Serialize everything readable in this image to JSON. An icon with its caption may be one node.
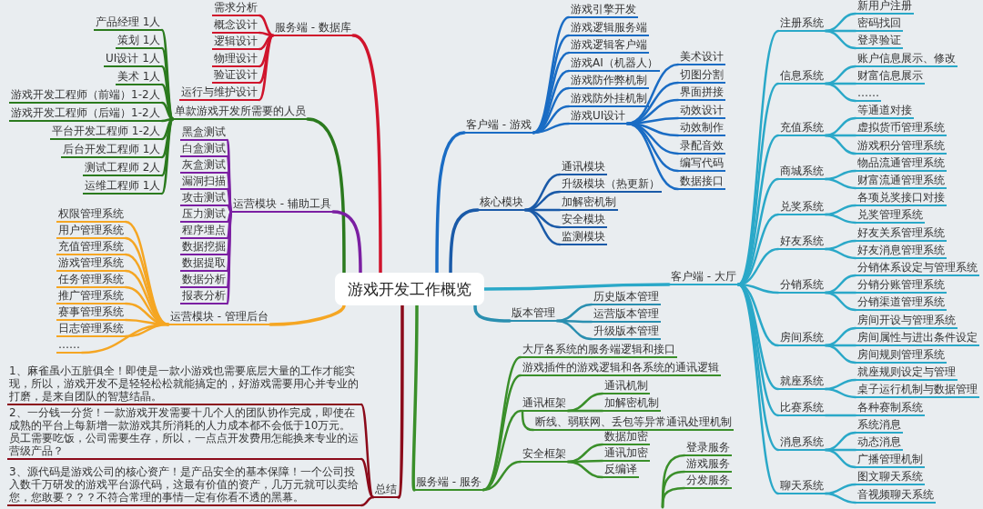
{
  "diagram": {
    "nodes": [
      {
        "text": [
          "游戏开发工作概览"
        ]
      },
      {
        "text": [
          "服务端 - 数据库"
        ]
      },
      {
        "text": [
          "需求分析"
        ]
      },
      {
        "text": [
          "概念设计"
        ]
      },
      {
        "text": [
          "逻辑设计"
        ]
      },
      {
        "text": [
          "物理设计"
        ]
      },
      {
        "text": [
          "验证设计"
        ]
      },
      {
        "text": [
          "运行与维护设计"
        ]
      },
      {
        "text": [
          "单款游戏开发所需要的人员"
        ]
      },
      {
        "text": [
          "产品经理 1人"
        ]
      },
      {
        "text": [
          "策划 1人"
        ]
      },
      {
        "text": [
          "UI设计 1人"
        ]
      },
      {
        "text": [
          "美术 1人"
        ]
      },
      {
        "text": [
          "游戏开发工程师（前端）1-2人"
        ]
      },
      {
        "text": [
          "游戏开发工程师（后端）1-2人"
        ]
      },
      {
        "text": [
          "平台开发工程师 1-2人"
        ]
      },
      {
        "text": [
          "后台开发工程师 1人"
        ]
      },
      {
        "text": [
          "测试工程师 2人"
        ]
      },
      {
        "text": [
          "运维工程师 1人"
        ]
      },
      {
        "text": [
          "运营模块 - 辅助工具"
        ]
      },
      {
        "text": [
          "黑盒测试"
        ]
      },
      {
        "text": [
          "白盒测试"
        ]
      },
      {
        "text": [
          "灰盒测试"
        ]
      },
      {
        "text": [
          "漏洞扫描"
        ]
      },
      {
        "text": [
          "攻击测试"
        ]
      },
      {
        "text": [
          "压力测试"
        ]
      },
      {
        "text": [
          "程序埋点"
        ]
      },
      {
        "text": [
          "数据挖掘"
        ]
      },
      {
        "text": [
          "数据提取"
        ]
      },
      {
        "text": [
          "数据分析"
        ]
      },
      {
        "text": [
          "报表分析"
        ]
      },
      {
        "text": [
          "运营模块 - 管理后台"
        ]
      },
      {
        "text": [
          "权限管理系统"
        ]
      },
      {
        "text": [
          "用户管理系统"
        ]
      },
      {
        "text": [
          "充值管理系统"
        ]
      },
      {
        "text": [
          "游戏管理系统"
        ]
      },
      {
        "text": [
          "任务管理系统"
        ]
      },
      {
        "text": [
          "推广管理系统"
        ]
      },
      {
        "text": [
          "赛事管理系统"
        ]
      },
      {
        "text": [
          "日志管理系统"
        ]
      },
      {
        "text": [
          "……"
        ]
      },
      {
        "text": [
          "总结"
        ]
      },
      {
        "text": [
          "1、麻雀虽小五脏俱全！即使是一款小游戏也需要底层大量的工作才能实现，所以，游戏开发不是轻轻松松就能搞定的，好游戏需要用心并专业的打磨，是来自团队的智慧结晶。"
        ]
      },
      {
        "text": [
          "2、一分钱一分货！一款游戏开发需要十几个人的团队协作完成，即使在成熟的平台上每新增一款游戏其所消耗的人力成本都不会低于10万元。员工需要吃饭，公司需要生存，所以，一点点开发费用怎能换来专业的运营级产品？"
        ]
      },
      {
        "text": [
          "3、源代码是游戏公司的核心资产！是产品安全的基本保障！一个公司投入数千万研发的游戏平台源代码，这最有价值的资产，几万元就可以卖给您，您敢要？？？不符合常理的事情一定有你看不透的黑幕。"
        ]
      },
      {
        "text": [
          "客户端 - 游戏"
        ]
      },
      {
        "text": [
          "游戏引擎开发"
        ]
      },
      {
        "text": [
          "游戏逻辑服务端"
        ]
      },
      {
        "text": [
          "游戏逻辑客户端"
        ]
      },
      {
        "text": [
          "游戏AI（机器人）"
        ]
      },
      {
        "text": [
          "游戏防作弊机制"
        ]
      },
      {
        "text": [
          "游戏防外挂机制"
        ]
      },
      {
        "text": [
          "游戏UI设计"
        ]
      },
      {
        "text": [
          "美术设计"
        ]
      },
      {
        "text": [
          "切图分割"
        ]
      },
      {
        "text": [
          "界面拼接"
        ]
      },
      {
        "text": [
          "动效设计"
        ]
      },
      {
        "text": [
          "动效制作"
        ]
      },
      {
        "text": [
          "录配音效"
        ]
      },
      {
        "text": [
          "编写代码"
        ]
      },
      {
        "text": [
          "数据接口"
        ]
      },
      {
        "text": [
          "核心模块"
        ]
      },
      {
        "text": [
          "通讯模块"
        ]
      },
      {
        "text": [
          "升级模块（热更新）"
        ]
      },
      {
        "text": [
          "加解密机制"
        ]
      },
      {
        "text": [
          "安全模块"
        ]
      },
      {
        "text": [
          "监测模块"
        ]
      },
      {
        "text": [
          "客户端 - 大厅"
        ]
      },
      {
        "text": [
          "注册系统"
        ]
      },
      {
        "text": [
          "新用户注册"
        ]
      },
      {
        "text": [
          "密码找回"
        ]
      },
      {
        "text": [
          "登录验证"
        ]
      },
      {
        "text": [
          "信息系统"
        ]
      },
      {
        "text": [
          "账户信息展示、修改"
        ]
      },
      {
        "text": [
          "财富信息展示"
        ]
      },
      {
        "text": [
          "……"
        ]
      },
      {
        "text": [
          "充值系统"
        ]
      },
      {
        "text": [
          "等通道对接"
        ]
      },
      {
        "text": [
          "虚拟货币管理系统"
        ]
      },
      {
        "text": [
          "游戏积分管理系统"
        ]
      },
      {
        "text": [
          "商城系统"
        ]
      },
      {
        "text": [
          "物品流通管理系统"
        ]
      },
      {
        "text": [
          "财富流通管理系统"
        ]
      },
      {
        "text": [
          "兑奖系统"
        ]
      },
      {
        "text": [
          "各项兑奖接口对接"
        ]
      },
      {
        "text": [
          "兑奖管理系统"
        ]
      },
      {
        "text": [
          "好友系统"
        ]
      },
      {
        "text": [
          "好友关系管理系统"
        ]
      },
      {
        "text": [
          "好友消息管理系统"
        ]
      },
      {
        "text": [
          "分销系统"
        ]
      },
      {
        "text": [
          "分销体系设定与管理系统"
        ]
      },
      {
        "text": [
          "分销分账管理系统"
        ]
      },
      {
        "text": [
          "分销渠道管理系统"
        ]
      },
      {
        "text": [
          "房间系统"
        ]
      },
      {
        "text": [
          "房间开设与管理系统"
        ]
      },
      {
        "text": [
          "房间属性与进出条件设定"
        ]
      },
      {
        "text": [
          "房间规则管理系统"
        ]
      },
      {
        "text": [
          "就座系统"
        ]
      },
      {
        "text": [
          "就座规则设定与管理"
        ]
      },
      {
        "text": [
          "桌子运行机制与数据管理"
        ]
      },
      {
        "text": [
          "比赛系统"
        ]
      },
      {
        "text": [
          "各种赛制系统"
        ]
      },
      {
        "text": [
          "消息系统"
        ]
      },
      {
        "text": [
          "系统消息"
        ]
      },
      {
        "text": [
          "动态消息"
        ]
      },
      {
        "text": [
          "广播管理机制"
        ]
      },
      {
        "text": [
          "聊天系统"
        ]
      },
      {
        "text": [
          "图文聊天系统"
        ]
      },
      {
        "text": [
          "音视频聊天系统"
        ]
      },
      {
        "text": [
          "版本管理"
        ]
      },
      {
        "text": [
          "历史版本管理"
        ]
      },
      {
        "text": [
          "运营版本管理"
        ]
      },
      {
        "text": [
          "升级版本管理"
        ]
      },
      {
        "text": [
          "服务端 - 服务"
        ]
      },
      {
        "text": [
          "大厅各系统的服务端逻辑和接口"
        ]
      },
      {
        "text": [
          "游戏插件的游戏逻辑和各系统的通讯逻辑"
        ]
      },
      {
        "text": [
          "通讯框架"
        ]
      },
      {
        "text": [
          "通讯机制"
        ]
      },
      {
        "text": [
          "加解密机制"
        ]
      },
      {
        "text": [
          "断线、弱联网、丢包等异常通讯处理机制"
        ]
      },
      {
        "text": [
          "安全框架"
        ]
      },
      {
        "text": [
          "数据加密"
        ]
      },
      {
        "text": [
          "通讯加密"
        ]
      },
      {
        "text": [
          "反编译"
        ]
      },
      {
        "text": [
          "登录服务"
        ]
      },
      {
        "text": [
          "游戏服务"
        ]
      },
      {
        "text": [
          "分发服务"
        ]
      }
    ],
    "edges": [
      {
        "from": 0,
        "to": 1,
        "arrow": "none",
        "color": "#d0142c"
      },
      {
        "from": 1,
        "to": 2,
        "arrow": "none",
        "color": "#d0142c"
      },
      {
        "from": 1,
        "to": 3,
        "arrow": "none",
        "color": "#d0142c"
      },
      {
        "from": 1,
        "to": 4,
        "arrow": "none",
        "color": "#d0142c"
      },
      {
        "from": 1,
        "to": 5,
        "arrow": "none",
        "color": "#d0142c"
      },
      {
        "from": 1,
        "to": 6,
        "arrow": "none",
        "color": "#d0142c"
      },
      {
        "from": 1,
        "to": 7,
        "arrow": "none",
        "color": "#d0142c"
      },
      {
        "from": 0,
        "to": 8,
        "arrow": "none",
        "color": "#2b7a1e"
      },
      {
        "from": 8,
        "to": 9,
        "arrow": "none",
        "color": "#2b7a1e"
      },
      {
        "from": 8,
        "to": 10,
        "arrow": "none",
        "color": "#2b7a1e"
      },
      {
        "from": 8,
        "to": 11,
        "arrow": "none",
        "color": "#2b7a1e"
      },
      {
        "from": 8,
        "to": 12,
        "arrow": "none",
        "color": "#2b7a1e"
      },
      {
        "from": 8,
        "to": 13,
        "arrow": "none",
        "color": "#2b7a1e"
      },
      {
        "from": 8,
        "to": 14,
        "arrow": "none",
        "color": "#2b7a1e"
      },
      {
        "from": 8,
        "to": 15,
        "arrow": "none",
        "color": "#2b7a1e"
      },
      {
        "from": 8,
        "to": 16,
        "arrow": "none",
        "color": "#2b7a1e"
      },
      {
        "from": 8,
        "to": 17,
        "arrow": "none",
        "color": "#2b7a1e"
      },
      {
        "from": 8,
        "to": 18,
        "arrow": "none",
        "color": "#2b7a1e"
      },
      {
        "from": 0,
        "to": 19,
        "arrow": "none",
        "color": "#7b1fa2"
      },
      {
        "from": 19,
        "to": 20,
        "arrow": "none",
        "color": "#7b1fa2"
      },
      {
        "from": 19,
        "to": 21,
        "arrow": "none",
        "color": "#7b1fa2"
      },
      {
        "from": 19,
        "to": 22,
        "arrow": "none",
        "color": "#7b1fa2"
      },
      {
        "from": 19,
        "to": 23,
        "arrow": "none",
        "color": "#7b1fa2"
      },
      {
        "from": 19,
        "to": 24,
        "arrow": "none",
        "color": "#7b1fa2"
      },
      {
        "from": 19,
        "to": 25,
        "arrow": "none",
        "color": "#7b1fa2"
      },
      {
        "from": 19,
        "to": 26,
        "arrow": "none",
        "color": "#7b1fa2"
      },
      {
        "from": 19,
        "to": 27,
        "arrow": "none",
        "color": "#7b1fa2"
      },
      {
        "from": 19,
        "to": 28,
        "arrow": "none",
        "color": "#7b1fa2"
      },
      {
        "from": 19,
        "to": 29,
        "arrow": "none",
        "color": "#7b1fa2"
      },
      {
        "from": 19,
        "to": 30,
        "arrow": "none",
        "color": "#7b1fa2"
      },
      {
        "from": 0,
        "to": 31,
        "arrow": "none",
        "color": "#f5a623"
      },
      {
        "from": 31,
        "to": 32,
        "arrow": "none",
        "color": "#f5a623"
      },
      {
        "from": 31,
        "to": 33,
        "arrow": "none",
        "color": "#f5a623"
      },
      {
        "from": 31,
        "to": 34,
        "arrow": "none",
        "color": "#f5a623"
      },
      {
        "from": 31,
        "to": 35,
        "arrow": "none",
        "color": "#f5a623"
      },
      {
        "from": 31,
        "to": 36,
        "arrow": "none",
        "color": "#f5a623"
      },
      {
        "from": 31,
        "to": 37,
        "arrow": "none",
        "color": "#f5a623"
      },
      {
        "from": 31,
        "to": 38,
        "arrow": "none",
        "color": "#f5a623"
      },
      {
        "from": 31,
        "to": 39,
        "arrow": "none",
        "color": "#f5a623"
      },
      {
        "from": 31,
        "to": 40,
        "arrow": "none",
        "color": "#f5a623"
      },
      {
        "from": 0,
        "to": 41,
        "arrow": "none",
        "color": "#8b0a1a"
      },
      {
        "from": 41,
        "to": 42,
        "arrow": "none",
        "color": "#8b0a1a"
      },
      {
        "from": 41,
        "to": 43,
        "arrow": "none",
        "color": "#8b0a1a"
      },
      {
        "from": 41,
        "to": 44,
        "arrow": "none",
        "color": "#8b0a1a"
      },
      {
        "from": 0,
        "to": 45,
        "arrow": "none",
        "color": "#1a6cc4"
      },
      {
        "from": 45,
        "to": 46,
        "arrow": "none",
        "color": "#1a6cc4"
      },
      {
        "from": 45,
        "to": 47,
        "arrow": "none",
        "color": "#1a6cc4"
      },
      {
        "from": 45,
        "to": 48,
        "arrow": "none",
        "color": "#1a6cc4"
      },
      {
        "from": 45,
        "to": 49,
        "arrow": "none",
        "color": "#1a6cc4"
      },
      {
        "from": 45,
        "to": 50,
        "arrow": "none",
        "color": "#1a6cc4"
      },
      {
        "from": 45,
        "to": 51,
        "arrow": "none",
        "color": "#1a6cc4"
      },
      {
        "from": 45,
        "to": 52,
        "arrow": "none",
        "color": "#1a6cc4"
      },
      {
        "from": 52,
        "to": 53,
        "arrow": "none",
        "color": "#1a6cc4"
      },
      {
        "from": 52,
        "to": 54,
        "arrow": "none",
        "color": "#1a6cc4"
      },
      {
        "from": 52,
        "to": 55,
        "arrow": "none",
        "color": "#1a6cc4"
      },
      {
        "from": 52,
        "to": 56,
        "arrow": "none",
        "color": "#1a6cc4"
      },
      {
        "from": 52,
        "to": 57,
        "arrow": "none",
        "color": "#1a6cc4"
      },
      {
        "from": 52,
        "to": 58,
        "arrow": "none",
        "color": "#1a6cc4"
      },
      {
        "from": 52,
        "to": 59,
        "arrow": "none",
        "color": "#1a6cc4"
      },
      {
        "from": 52,
        "to": 60,
        "arrow": "none",
        "color": "#1a6cc4"
      },
      {
        "from": 0,
        "to": 61,
        "arrow": "none",
        "color": "#1a5aa8"
      },
      {
        "from": 61,
        "to": 62,
        "arrow": "none",
        "color": "#1a5aa8"
      },
      {
        "from": 61,
        "to": 63,
        "arrow": "none",
        "color": "#1a5aa8"
      },
      {
        "from": 61,
        "to": 64,
        "arrow": "none",
        "color": "#1a5aa8"
      },
      {
        "from": 61,
        "to": 65,
        "arrow": "none",
        "color": "#1a5aa8"
      },
      {
        "from": 61,
        "to": 66,
        "arrow": "none",
        "color": "#1a5aa8"
      },
      {
        "from": 0,
        "to": 67,
        "arrow": "none",
        "color": "#2aa8c8"
      },
      {
        "from": 67,
        "to": 68,
        "arrow": "none",
        "color": "#2aa8c8"
      },
      {
        "from": 68,
        "to": 69,
        "arrow": "none",
        "color": "#2aa8c8"
      },
      {
        "from": 68,
        "to": 70,
        "arrow": "none",
        "color": "#2aa8c8"
      },
      {
        "from": 68,
        "to": 71,
        "arrow": "none",
        "color": "#2aa8c8"
      },
      {
        "from": 67,
        "to": 72,
        "arrow": "none",
        "color": "#2aa8c8"
      },
      {
        "from": 72,
        "to": 73,
        "arrow": "none",
        "color": "#2aa8c8"
      },
      {
        "from": 72,
        "to": 74,
        "arrow": "none",
        "color": "#2aa8c8"
      },
      {
        "from": 72,
        "to": 75,
        "arrow": "none",
        "color": "#2aa8c8"
      },
      {
        "from": 67,
        "to": 76,
        "arrow": "none",
        "color": "#2aa8c8"
      },
      {
        "from": 76,
        "to": 77,
        "arrow": "none",
        "color": "#2aa8c8"
      },
      {
        "from": 76,
        "to": 78,
        "arrow": "none",
        "color": "#2aa8c8"
      },
      {
        "from": 76,
        "to": 79,
        "arrow": "none",
        "color": "#2aa8c8"
      },
      {
        "from": 67,
        "to": 80,
        "arrow": "none",
        "color": "#2aa8c8"
      },
      {
        "from": 80,
        "to": 81,
        "arrow": "none",
        "color": "#2aa8c8"
      },
      {
        "from": 80,
        "to": 82,
        "arrow": "none",
        "color": "#2aa8c8"
      },
      {
        "from": 67,
        "to": 83,
        "arrow": "none",
        "color": "#2aa8c8"
      },
      {
        "from": 83,
        "to": 84,
        "arrow": "none",
        "color": "#2aa8c8"
      },
      {
        "from": 83,
        "to": 85,
        "arrow": "none",
        "color": "#2aa8c8"
      },
      {
        "from": 67,
        "to": 86,
        "arrow": "none",
        "color": "#2aa8c8"
      },
      {
        "from": 86,
        "to": 87,
        "arrow": "none",
        "color": "#2aa8c8"
      },
      {
        "from": 86,
        "to": 88,
        "arrow": "none",
        "color": "#2aa8c8"
      },
      {
        "from": 67,
        "to": 89,
        "arrow": "none",
        "color": "#2aa8c8"
      },
      {
        "from": 89,
        "to": 90,
        "arrow": "none",
        "color": "#2aa8c8"
      },
      {
        "from": 89,
        "to": 91,
        "arrow": "none",
        "color": "#2aa8c8"
      },
      {
        "from": 89,
        "to": 92,
        "arrow": "none",
        "color": "#2aa8c8"
      },
      {
        "from": 67,
        "to": 93,
        "arrow": "none",
        "color": "#2aa8c8"
      },
      {
        "from": 93,
        "to": 94,
        "arrow": "none",
        "color": "#2aa8c8"
      },
      {
        "from": 93,
        "to": 95,
        "arrow": "none",
        "color": "#2aa8c8"
      },
      {
        "from": 93,
        "to": 96,
        "arrow": "none",
        "color": "#2aa8c8"
      },
      {
        "from": 67,
        "to": 97,
        "arrow": "none",
        "color": "#2aa8c8"
      },
      {
        "from": 97,
        "to": 98,
        "arrow": "none",
        "color": "#2aa8c8"
      },
      {
        "from": 97,
        "to": 99,
        "arrow": "none",
        "color": "#2aa8c8"
      },
      {
        "from": 67,
        "to": 100,
        "arrow": "none",
        "color": "#2aa8c8"
      },
      {
        "from": 100,
        "to": 101,
        "arrow": "none",
        "color": "#2aa8c8"
      },
      {
        "from": 67,
        "to": 102,
        "arrow": "none",
        "color": "#2aa8c8"
      },
      {
        "from": 102,
        "to": 103,
        "arrow": "none",
        "color": "#2aa8c8"
      },
      {
        "from": 102,
        "to": 104,
        "arrow": "none",
        "color": "#2aa8c8"
      },
      {
        "from": 102,
        "to": 105,
        "arrow": "none",
        "color": "#2aa8c8"
      },
      {
        "from": 67,
        "to": 106,
        "arrow": "none",
        "color": "#2aa8c8"
      },
      {
        "from": 106,
        "to": 107,
        "arrow": "none",
        "color": "#2aa8c8"
      },
      {
        "from": 106,
        "to": 108,
        "arrow": "none",
        "color": "#2aa8c8"
      },
      {
        "from": 0,
        "to": 109,
        "arrow": "none",
        "color": "#2a8fb0"
      },
      {
        "from": 109,
        "to": 110,
        "arrow": "none",
        "color": "#2a8fb0"
      },
      {
        "from": 109,
        "to": 111,
        "arrow": "none",
        "color": "#2a8fb0"
      },
      {
        "from": 109,
        "to": 112,
        "arrow": "none",
        "color": "#2a8fb0"
      },
      {
        "from": 0,
        "to": 113,
        "arrow": "none",
        "color": "#3a8f2a"
      },
      {
        "from": 113,
        "to": 114,
        "arrow": "none",
        "color": "#3a8f2a"
      },
      {
        "from": 113,
        "to": 115,
        "arrow": "none",
        "color": "#3a8f2a"
      },
      {
        "from": 113,
        "to": 116,
        "arrow": "none",
        "color": "#3a8f2a"
      },
      {
        "from": 116,
        "to": 117,
        "arrow": "none",
        "color": "#3a8f2a"
      },
      {
        "from": 116,
        "to": 118,
        "arrow": "none",
        "color": "#3a8f2a"
      },
      {
        "from": 116,
        "to": 119,
        "arrow": "none",
        "color": "#3a8f2a"
      },
      {
        "from": 113,
        "to": 120,
        "arrow": "none",
        "color": "#3a8f2a"
      },
      {
        "from": 120,
        "to": 121,
        "arrow": "none",
        "color": "#3a8f2a"
      },
      {
        "from": 120,
        "to": 122,
        "arrow": "none",
        "color": "#3a8f2a"
      },
      {
        "from": 120,
        "to": 123,
        "arrow": "none",
        "color": "#3a8f2a"
      },
      {
        "from": null,
        "to": 124,
        "arrow": "none",
        "color": "#3a8f2a"
      },
      {
        "from": null,
        "to": 125,
        "arrow": "none",
        "color": "#3a8f2a"
      },
      {
        "from": null,
        "to": 126,
        "arrow": "none",
        "color": "#3a8f2a"
      }
    ]
  }
}
